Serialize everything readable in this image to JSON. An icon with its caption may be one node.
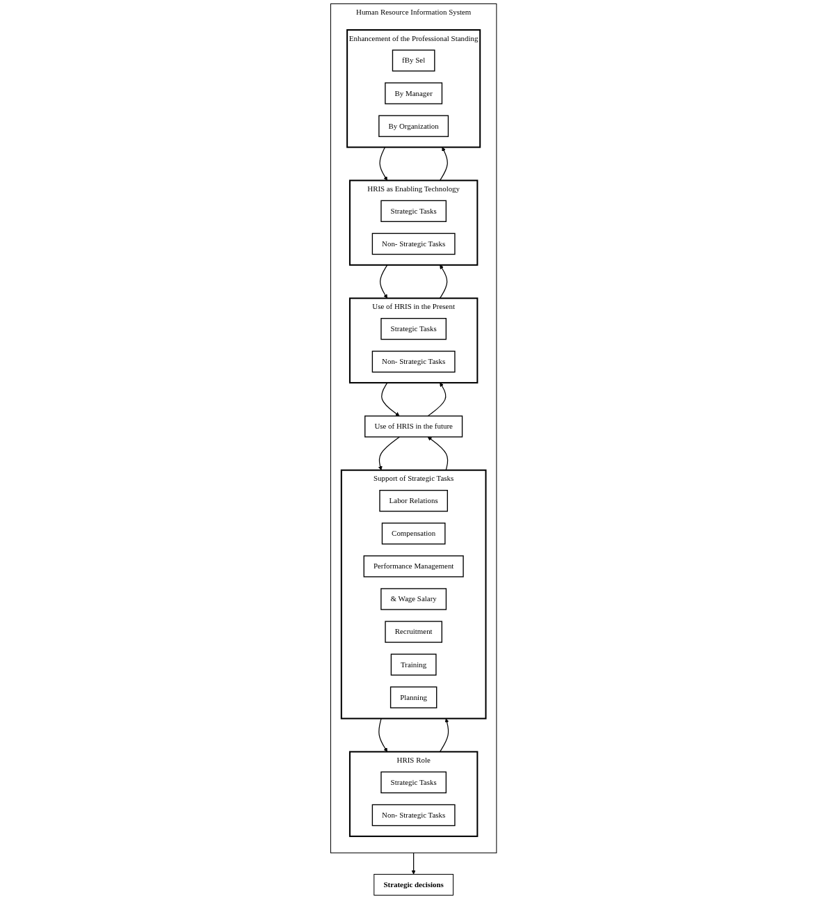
{
  "diagram": {
    "nodes": [
      {
        "text": [
          "Human Resource Information System"
        ]
      },
      {
        "text": [
          "HRIS Role"
        ],
        "in": 0
      },
      {
        "text": [
          "Strategic Tasks"
        ],
        "in": 1
      },
      {
        "text": [
          "Non- Strategic Tasks"
        ],
        "in": 1
      },
      {
        "text": [
          "Support of Strategic Tasks"
        ],
        "in": 0
      },
      {
        "text": [
          "Labor Relations"
        ],
        "in": 4
      },
      {
        "text": [
          "Compensation"
        ],
        "in": 4
      },
      {
        "text": [
          "Performance Management"
        ],
        "in": 4
      },
      {
        "text": [
          "& Wage Salary"
        ],
        "in": 4
      },
      {
        "text": [
          "Recruitment"
        ],
        "in": 4
      },
      {
        "text": [
          "Training"
        ],
        "in": 4
      },
      {
        "text": [
          "Planning"
        ],
        "in": 4
      },
      {
        "text": [
          "Use of HRIS in the future"
        ],
        "in": 0
      },
      {
        "text": [
          "Use of HRIS in the Present"
        ],
        "in": 0
      },
      {
        "text": [
          "Strategic Tasks"
        ],
        "in": 13
      },
      {
        "text": [
          "Non- Strategic Tasks"
        ],
        "in": 13
      },
      {
        "text": [
          "HRIS as Enabling Technology"
        ],
        "in": 0
      },
      {
        "text": [
          "Strategic Tasks"
        ],
        "in": 16
      },
      {
        "text": [
          "Non- Strategic Tasks"
        ],
        "in": 16
      },
      {
        "text": [
          "Enhancement of the Professional Standing"
        ],
        "in": 0
      },
      {
        "text": [
          "fBy Sel"
        ],
        "in": 19
      },
      {
        "text": [
          "By Manager"
        ],
        "in": 19
      },
      {
        "text": [
          "By Organization"
        ],
        "in": 19
      },
      {
        "text": [
          "Strategic decisions"
        ]
      }
    ],
    "edges": [
      {
        "from": 1,
        "to": 4,
        "arrow": "to"
      },
      {
        "from": 4,
        "to": 1,
        "arrow": "to"
      },
      {
        "from": 4,
        "to": 12,
        "arrow": "to"
      },
      {
        "from": 12,
        "to": 4,
        "arrow": "to"
      },
      {
        "from": 12,
        "to": 13,
        "arrow": "to"
      },
      {
        "from": 13,
        "to": 12,
        "arrow": "to"
      },
      {
        "from": 13,
        "to": 16,
        "arrow": "to"
      },
      {
        "from": 16,
        "to": 13,
        "arrow": "to"
      },
      {
        "from": 16,
        "to": 19,
        "arrow": "to"
      },
      {
        "from": 19,
        "to": 16,
        "arrow": "to"
      },
      {
        "from": 0,
        "to": 23,
        "arrow": "to"
      }
    ]
  }
}
